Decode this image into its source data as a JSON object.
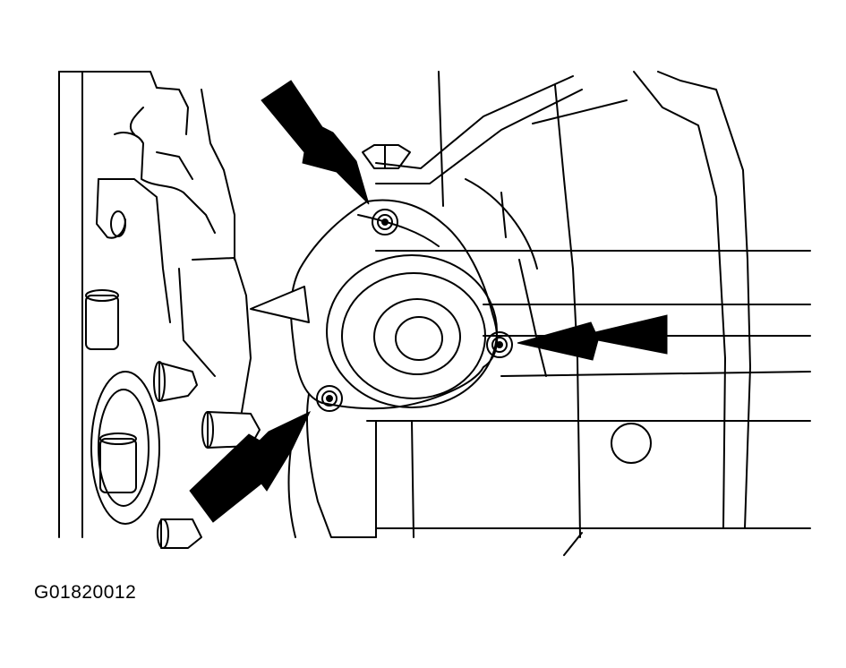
{
  "figure": {
    "code": "G01820012",
    "subject": "engine-component-bolt-locations",
    "callouts": 3,
    "line_color": "#000000",
    "background": "#ffffff"
  }
}
